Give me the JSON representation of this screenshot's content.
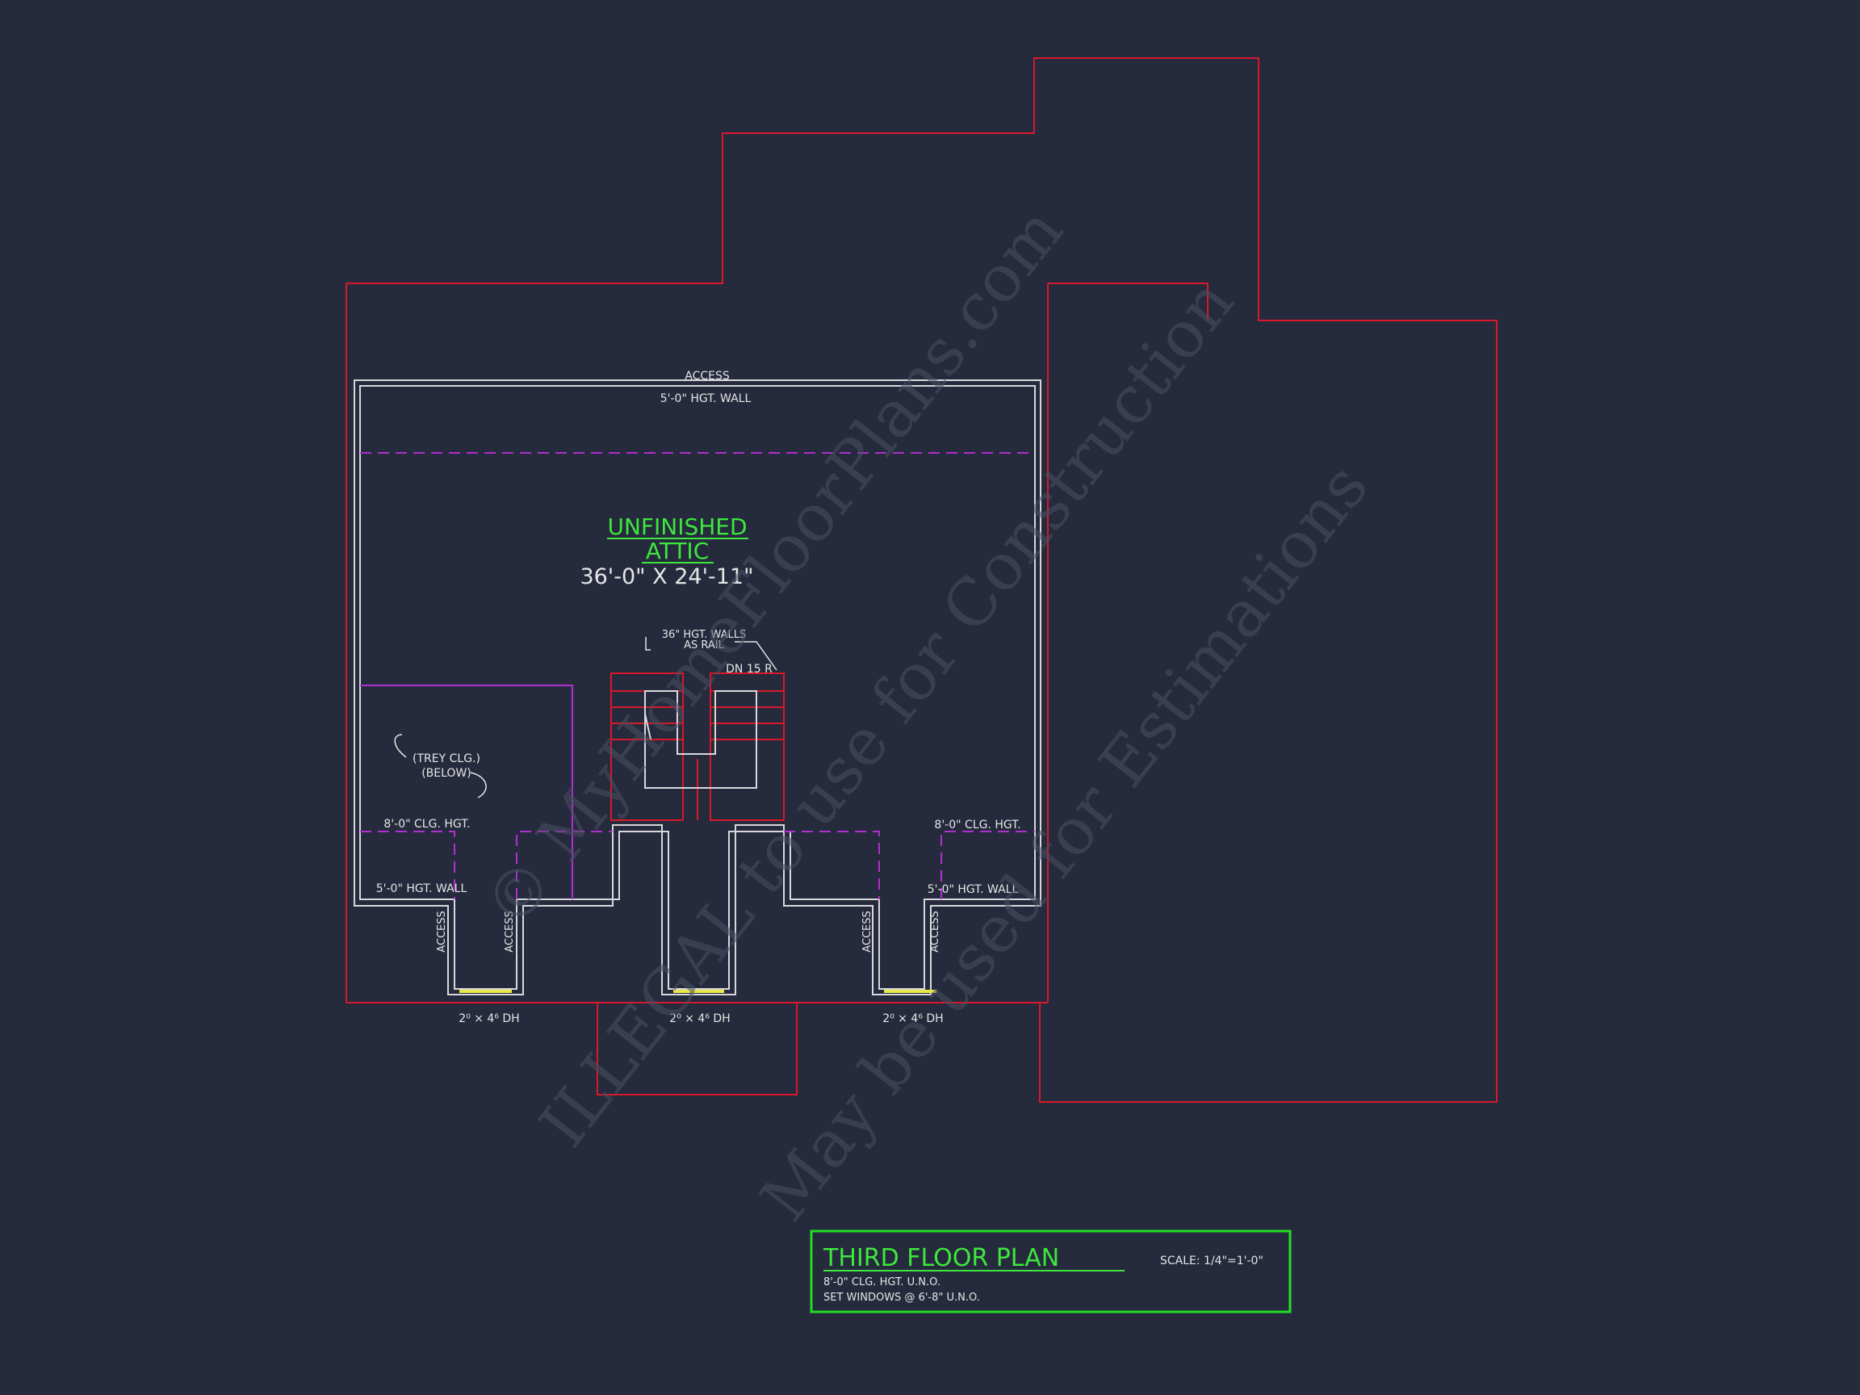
{
  "colors": {
    "background": "#252a3c",
    "roof_outline": "#d8192a",
    "walls": "#d8d8dc",
    "ceiling_lines": "#b12fd0",
    "stairs": "#d8192a",
    "window": "#e8e84a",
    "title_text": "#3ee63e",
    "title_box": "#22e022",
    "labels": "#e6e6e6"
  },
  "watermark": {
    "line1": "© MyHomeFloorPlans.com",
    "line2": "ILLEGAL to use for Construction",
    "line3": "May be used for Estimations"
  },
  "room": {
    "name_line1": "UNFINISHED",
    "name_line2": "ATTIC",
    "dimensions": "36'-0\" X 24'-11\""
  },
  "labels": {
    "access_top": "ACCESS",
    "wall_top": "5'-0\" HGT. WALL",
    "stair_rail_line1": "36\" HGT. WALLS",
    "stair_rail_line2": "AS RAIL",
    "stair_down": "DN 15 R",
    "trey_line1": "(TREY CLG.)",
    "trey_line2": "(BELOW)",
    "clg_left": "8'-0\" CLG. HGT.",
    "clg_right": "8'-0\" CLG. HGT.",
    "wall_left": "5'-0\" HGT. WALL",
    "wall_right": "5'-0\" HGT. WALL",
    "access_dormer": "ACCESS"
  },
  "windows": [
    {
      "label": "2⁰ × 4⁶ DH"
    },
    {
      "label": "2⁰ × 4⁶ DH"
    },
    {
      "label": "2⁰ × 4⁶ DH"
    }
  ],
  "title_block": {
    "title": "THIRD FLOOR PLAN",
    "scale": "SCALE: 1/4\"=1'-0\"",
    "note1": "8'-0\" CLG. HGT. U.N.O.",
    "note2": "SET WINDOWS @ 6'-8\" U.N.O."
  }
}
